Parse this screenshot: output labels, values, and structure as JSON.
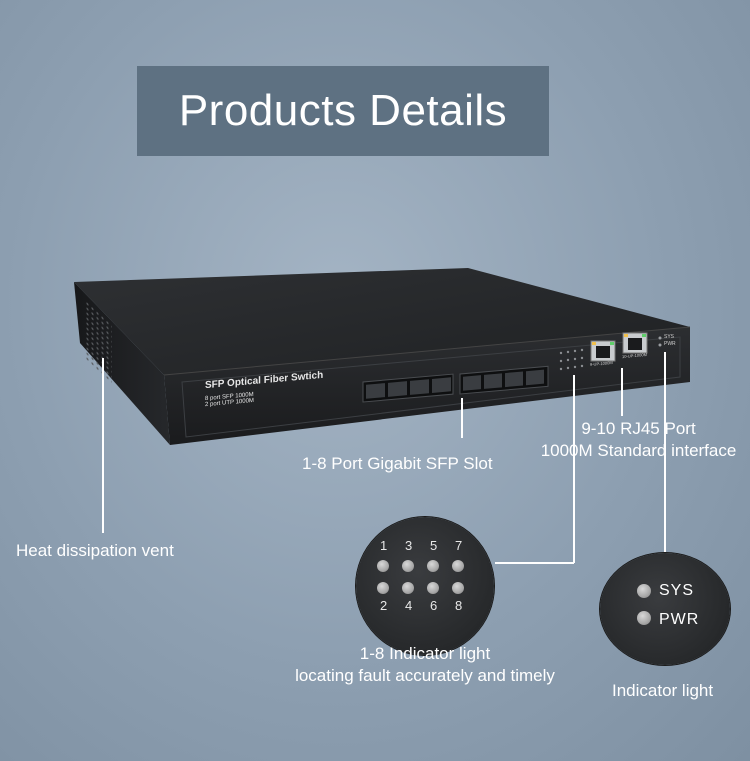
{
  "title": "Products Details",
  "device": {
    "name": "SFP Optical Fiber Swtich",
    "spec_line1": "8 port SFP 1000M",
    "spec_line2": "2 port UTP 1000M",
    "rj45_label_9": "9-UP-1000M",
    "rj45_label_10": "10-UP-1000M",
    "sys_small": "SYS",
    "pwr_small": "PWR"
  },
  "callouts": {
    "sfp_slot": "1-8 Port Gigabit SFP Slot",
    "rj45_line1": "9-10 RJ45 Port",
    "rj45_line2": "1000M Standard interface",
    "heat_vent": "Heat dissipation vent",
    "indicator_line1": "1-8 Indicator light",
    "indicator_line2": "locating fault accurately and timely",
    "sys_indicator": "Indicator light"
  },
  "led_zoom": {
    "top_numbers": [
      "1",
      "3",
      "5",
      "7"
    ],
    "bottom_numbers": [
      "2",
      "4",
      "6",
      "8"
    ]
  },
  "sys_zoom": {
    "sys": "SYS",
    "pwr": "PWR"
  },
  "colors": {
    "background": "#8d9fb1",
    "title_box": "#5e7182",
    "device_body": "#2a2c2f"
  }
}
